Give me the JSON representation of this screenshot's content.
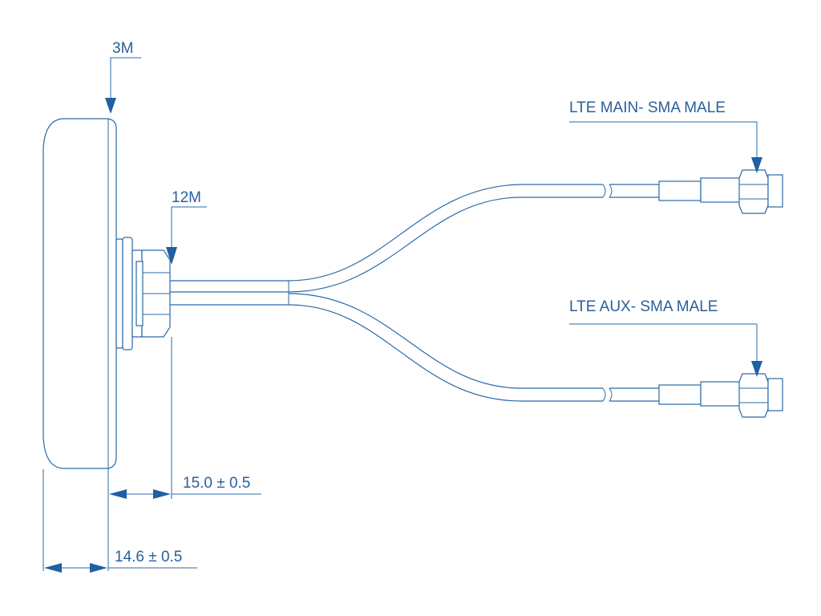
{
  "labels": {
    "cable_length_top": "3M",
    "cable_length_mount": "12M",
    "lte_main": "LTE MAIN- SMA MALE",
    "lte_aux": "LTE AUX- SMA MALE",
    "dim_mount": "15.0 ± 0.5",
    "dim_body": "14.6 ± 0.5"
  },
  "colors": {
    "line": "#2a6aa6",
    "arrow": "#1f5fa3",
    "text": "#2a5f99"
  }
}
